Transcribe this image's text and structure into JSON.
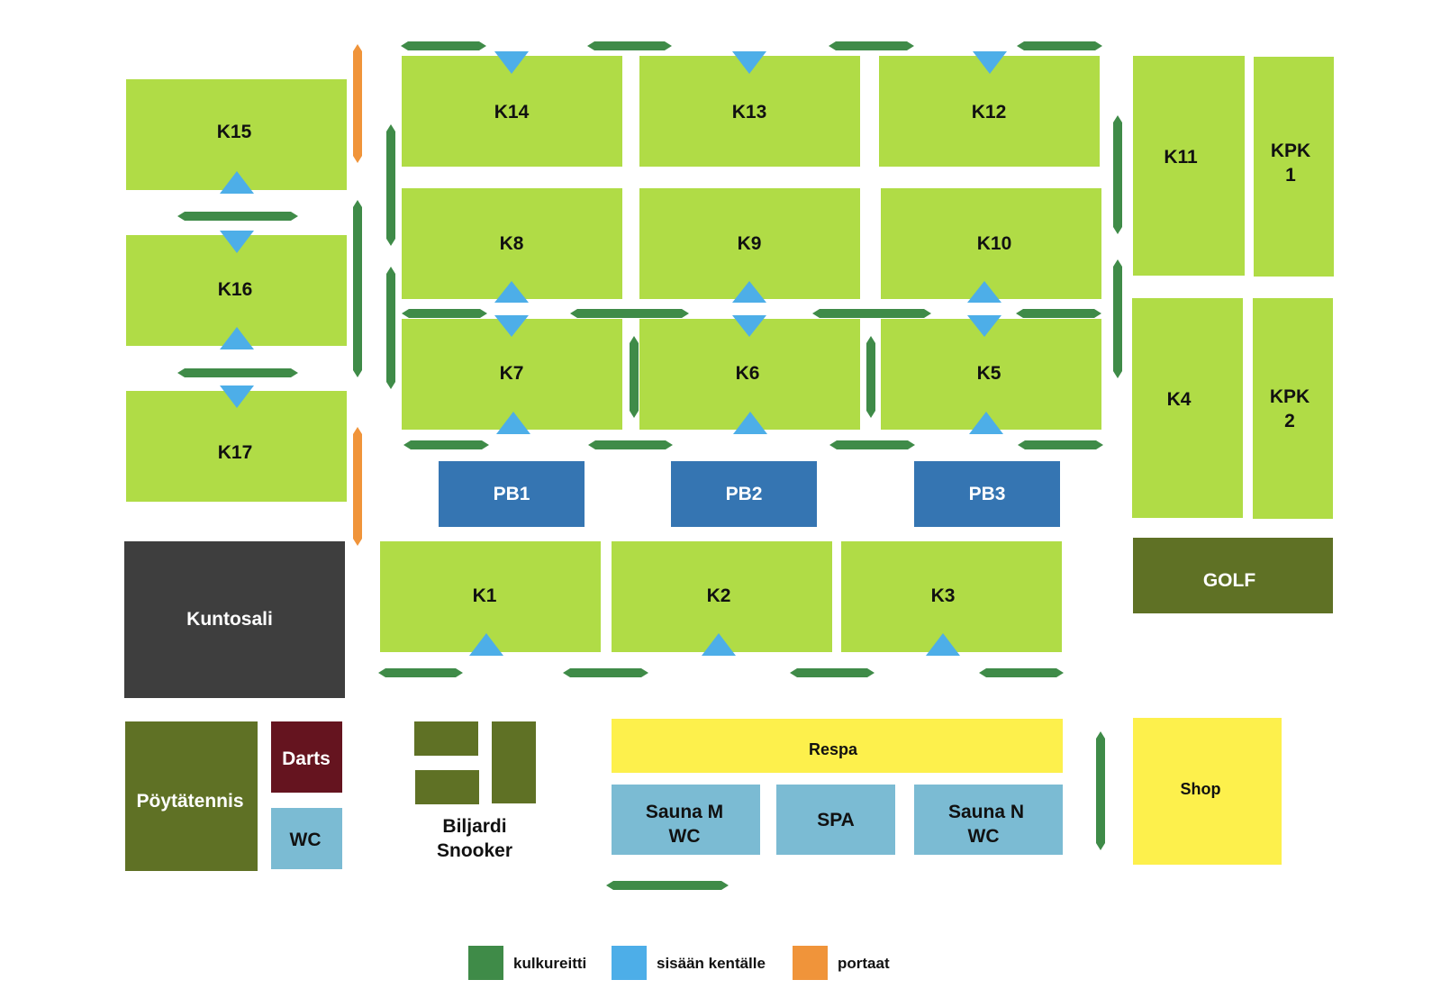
{
  "colors": {
    "court": "#b0dc46",
    "padel": "#3575b2",
    "olive": "#5f7125",
    "dark": "#3e3e3e",
    "maroon": "#65141f",
    "light_blue": "#7bbbd3",
    "yellow": "#fdf04c",
    "path": "#3f8b48",
    "entrance": "#4daee8",
    "stairs": "#f0943a"
  },
  "courts": {
    "k1": "K1",
    "k2": "K2",
    "k3": "K3",
    "k4": "K4",
    "k5": "K5",
    "k6": "K6",
    "k7": "K7",
    "k8": "K8",
    "k9": "K9",
    "k10": "K10",
    "k11": "K11",
    "k12": "K12",
    "k13": "K13",
    "k14": "K14",
    "k15": "K15",
    "k16": "K16",
    "k17": "K17",
    "kpk1": [
      "KPK",
      "1"
    ],
    "kpk2": [
      "KPK",
      "2"
    ]
  },
  "padel": {
    "pb1": "PB1",
    "pb2": "PB2",
    "pb3": "PB3"
  },
  "facilities": {
    "golf": "GOLF",
    "kuntosali": "Kuntosali",
    "poytatennis": "Pöytätennis",
    "darts": "Darts",
    "wc": "WC",
    "biljardi": [
      "Biljardi",
      "Snooker"
    ],
    "respa": "Respa",
    "sauna_m": [
      "Sauna M",
      "WC"
    ],
    "spa": "SPA",
    "sauna_n": [
      "Sauna N",
      "WC"
    ],
    "shop": "Shop"
  },
  "legend": [
    {
      "label": "kulkureitti",
      "color": "#3f8b48",
      "icon": "path-swatch"
    },
    {
      "label": "sisään kentälle",
      "color": "#4daee8",
      "icon": "entrance-swatch"
    },
    {
      "label": "portaat",
      "color": "#f0943a",
      "icon": "stairs-swatch"
    }
  ]
}
